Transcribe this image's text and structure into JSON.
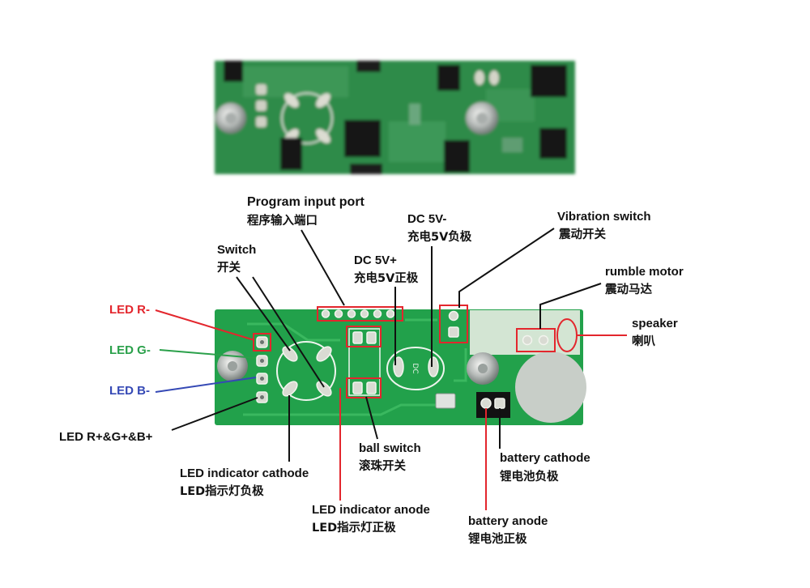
{
  "labels": {
    "program_input_port": {
      "en": "Program input port",
      "zh": "程序输入端口"
    },
    "dc_5v_minus": {
      "en": "DC 5V-",
      "zh": "充电5V负极"
    },
    "vibration_switch": {
      "en": "Vibration switch",
      "zh": "震动开关"
    },
    "switch": {
      "en": "Switch",
      "zh": "开关"
    },
    "dc_5v_plus": {
      "en": "DC 5V+",
      "zh": "充电5V正极"
    },
    "rumble_motor": {
      "en": "rumble motor",
      "zh": "震动马达"
    },
    "led_r_minus": {
      "en": "LED R-"
    },
    "speaker": {
      "en": "speaker",
      "zh": "喇叭"
    },
    "led_g_minus": {
      "en": "LED G-"
    },
    "led_b_minus": {
      "en": "LED B-"
    },
    "led_common_plus": {
      "en": "LED R+&G+&B+"
    },
    "ball_switch": {
      "en": "ball switch",
      "zh": "滚珠开关"
    },
    "battery_cathode": {
      "en": "battery cathode",
      "zh": "锂电池负极"
    },
    "led_indicator_cathode": {
      "en": "LED indicator cathode",
      "zh": "LED指示灯负极"
    },
    "led_indicator_anode": {
      "en": "LED indicator anode",
      "zh": "LED指示灯正极"
    },
    "battery_anode": {
      "en": "battery anode",
      "zh": "锂电池正极"
    }
  },
  "silkscreen": {
    "dc": "DC"
  },
  "colors": {
    "red": "#e3262d",
    "green": "#2aa04a",
    "blue": "#3549b5",
    "leader": "#111111",
    "board_green": "#22a14b"
  }
}
